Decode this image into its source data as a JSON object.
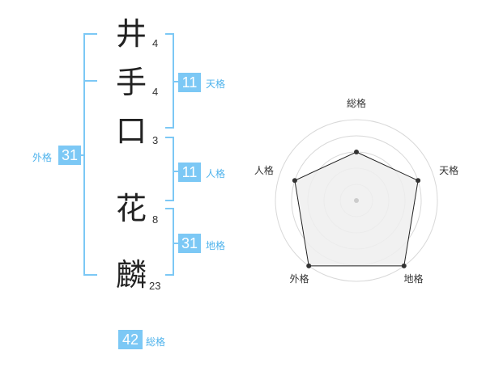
{
  "name_chars": [
    {
      "char": "井",
      "strokes": "4"
    },
    {
      "char": "手",
      "strokes": "4"
    },
    {
      "char": "口",
      "strokes": "3"
    },
    {
      "char": "花",
      "strokes": "8"
    },
    {
      "char": "麟",
      "strokes": "23"
    }
  ],
  "kaku": {
    "tenkaku": {
      "value": "11",
      "label": "天格"
    },
    "jinkaku": {
      "value": "11",
      "label": "人格"
    },
    "chikaku": {
      "value": "31",
      "label": "地格"
    },
    "gaikaku": {
      "value": "31",
      "label": "外格"
    },
    "soukaku": {
      "value": "42",
      "label": "総格"
    }
  },
  "colors": {
    "accent": "#7cc8f5",
    "accent_text": "#4fb3ec",
    "bracket": "#7cc8f5",
    "radar_fill": "#eeeeee",
    "radar_line": "#222222"
  },
  "chart_data": {
    "type": "radar",
    "axes": [
      "総格",
      "天格",
      "地格",
      "外格",
      "人格"
    ],
    "values": [
      3,
      4,
      5,
      5,
      4
    ],
    "max": 5
  }
}
